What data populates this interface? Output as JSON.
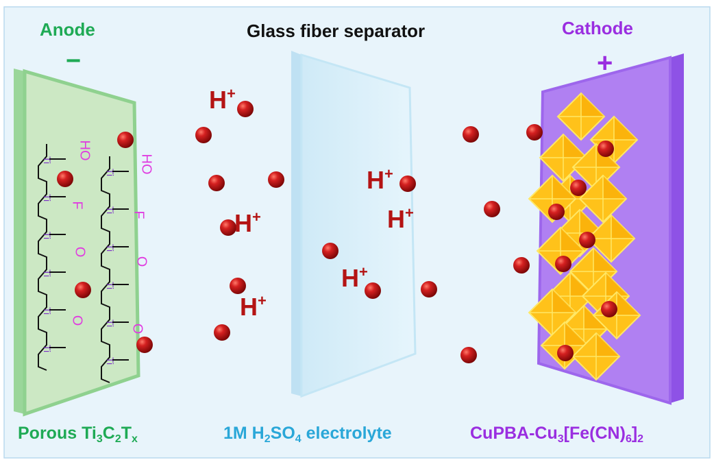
{
  "titles": {
    "anode": "Anode",
    "separator": "Glass fiber separator",
    "cathode": "Cathode",
    "anode_sign": "−",
    "cathode_sign": "+"
  },
  "bottom_labels": {
    "anode": {
      "parts": [
        "Porous Ti",
        "3",
        "C",
        "2",
        "T",
        "x"
      ]
    },
    "electrolyte": {
      "parts": [
        "1M H",
        "2",
        "SO",
        "4",
        " electrolyte"
      ]
    },
    "cathode": {
      "parts": [
        "CuPBA-Cu",
        "3",
        "[Fe(CN)",
        "6",
        "]",
        "2"
      ]
    }
  },
  "proton_label": {
    "symbol": "H",
    "charge": "+"
  },
  "chem_groups": {
    "hydroxyl": "HO",
    "fluoro": "F",
    "oxo": "O",
    "bridging_oxygen": "O",
    "metal": "Ti"
  },
  "colors": {
    "anode": "#1faa55",
    "anode_plate": "#cce8c4",
    "separator_plate": "#d6eef8",
    "electrolyte_text": "#2aa7d8",
    "cathode": "#9a2ee0",
    "cathode_plate": "#b080f2",
    "octahedra": "#ffc21a",
    "proton": "#c01818",
    "background": "#e8f4fb",
    "functional_group": "#e03ce0"
  },
  "icons": {
    "proton": "red-sphere-icon",
    "cathode_crystal": "octahedron-icon"
  }
}
